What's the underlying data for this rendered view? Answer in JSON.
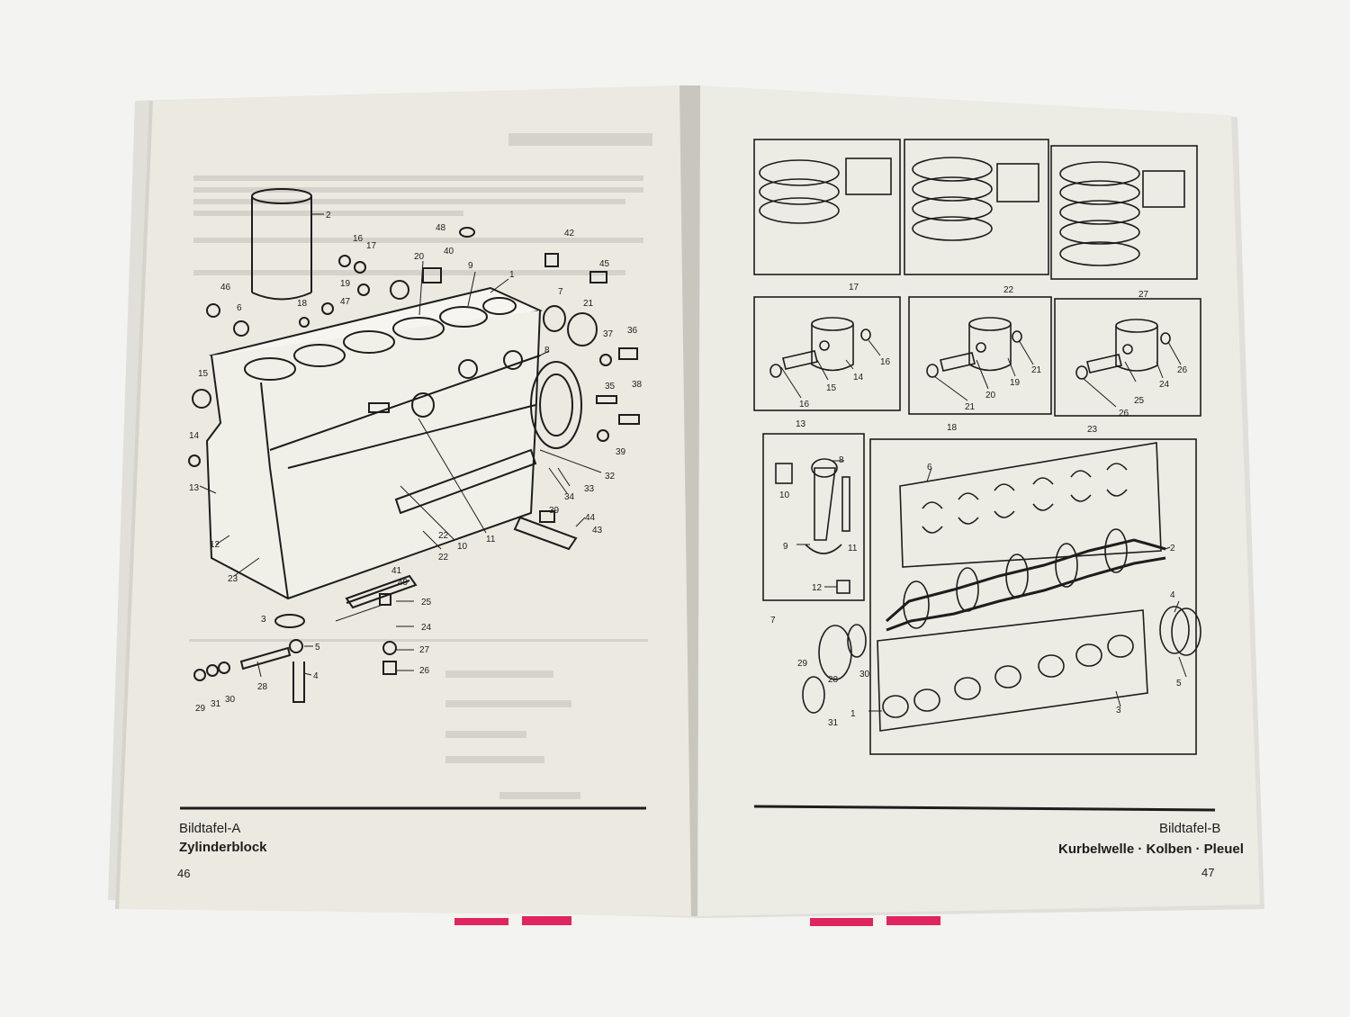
{
  "left_page": {
    "plate_label": "Bildtafel-A",
    "plate_title": "Zylinderblock",
    "page_number": "46",
    "callouts": [
      "1",
      "2",
      "3",
      "4",
      "5",
      "6",
      "7",
      "8",
      "9",
      "10",
      "11",
      "12",
      "13",
      "14",
      "15",
      "16",
      "17",
      "18",
      "19",
      "20",
      "21",
      "22",
      "22",
      "23",
      "24",
      "25",
      "26",
      "27",
      "28",
      "29",
      "30",
      "31",
      "32",
      "33",
      "34",
      "35",
      "36",
      "37",
      "38",
      "39",
      "39",
      "40",
      "41",
      "42",
      "43",
      "44",
      "45",
      "46",
      "47",
      "48",
      "49"
    ]
  },
  "right_page": {
    "plate_label": "Bildtafel-B",
    "plate_title": "Kurbelwelle · Kolben · Pleuel",
    "page_number": "47",
    "ring_boxes": [
      "17",
      "22",
      "27"
    ],
    "piston_boxes": [
      "13",
      "18",
      "23"
    ],
    "piston_callouts": [
      "14",
      "15",
      "16",
      "16",
      "19",
      "20",
      "21",
      "21",
      "24",
      "25",
      "26",
      "26"
    ],
    "conrod_callouts": [
      "7",
      "8",
      "9",
      "10",
      "11",
      "12"
    ],
    "crank_callouts": [
      "1",
      "2",
      "3",
      "4",
      "5",
      "6",
      "28",
      "29",
      "30",
      "31"
    ]
  },
  "colors": {
    "background": "#f3f3f1",
    "paper": "#eceae2",
    "ink": "#1d1d1d",
    "stamp": "#e0245e"
  }
}
